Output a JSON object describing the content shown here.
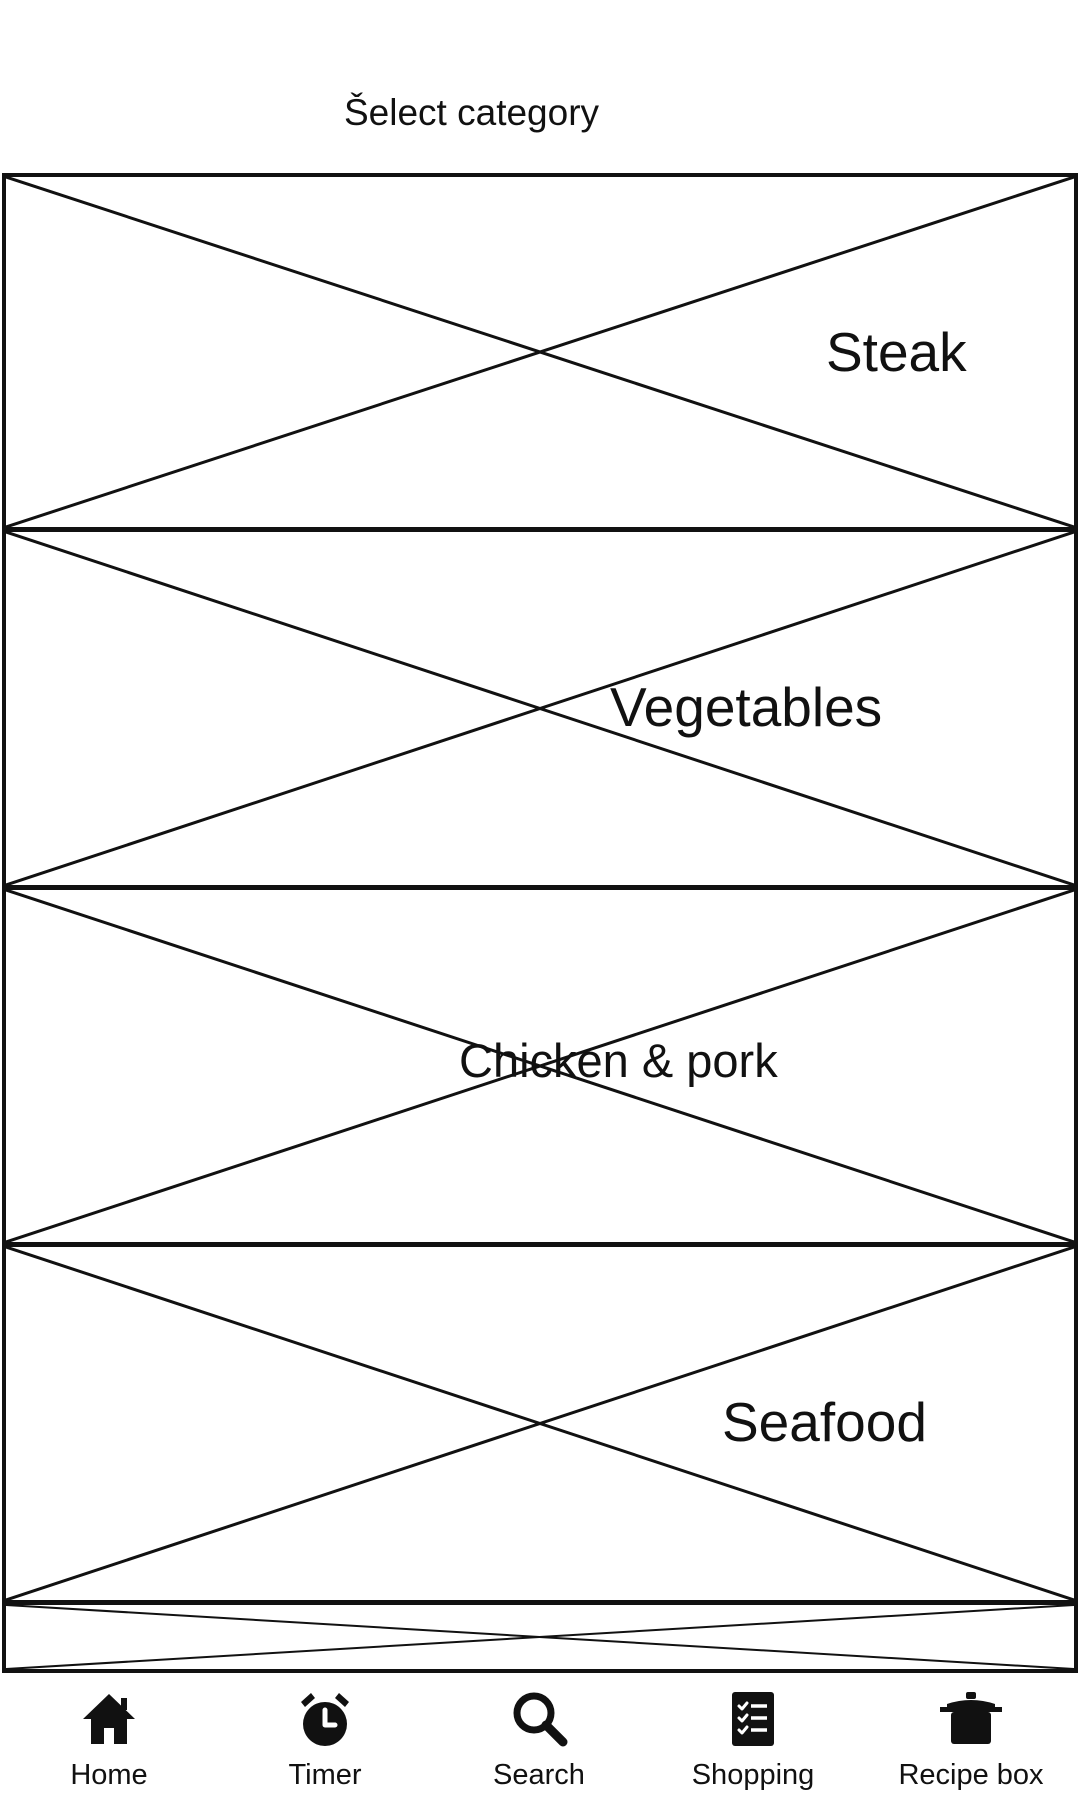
{
  "header": {
    "title": "Šelect category"
  },
  "categories": [
    {
      "label": "Steak"
    },
    {
      "label": "Vegetables"
    },
    {
      "label": "Chicken & pork"
    },
    {
      "label": "Seafood"
    }
  ],
  "nav": {
    "items": [
      {
        "label": "Home",
        "icon": "home-icon"
      },
      {
        "label": "Timer",
        "icon": "alarm-clock-icon"
      },
      {
        "label": "Search",
        "icon": "search-icon"
      },
      {
        "label": "Shopping",
        "icon": "checklist-icon"
      },
      {
        "label": "Recipe box",
        "icon": "cooking-pot-icon"
      }
    ]
  }
}
